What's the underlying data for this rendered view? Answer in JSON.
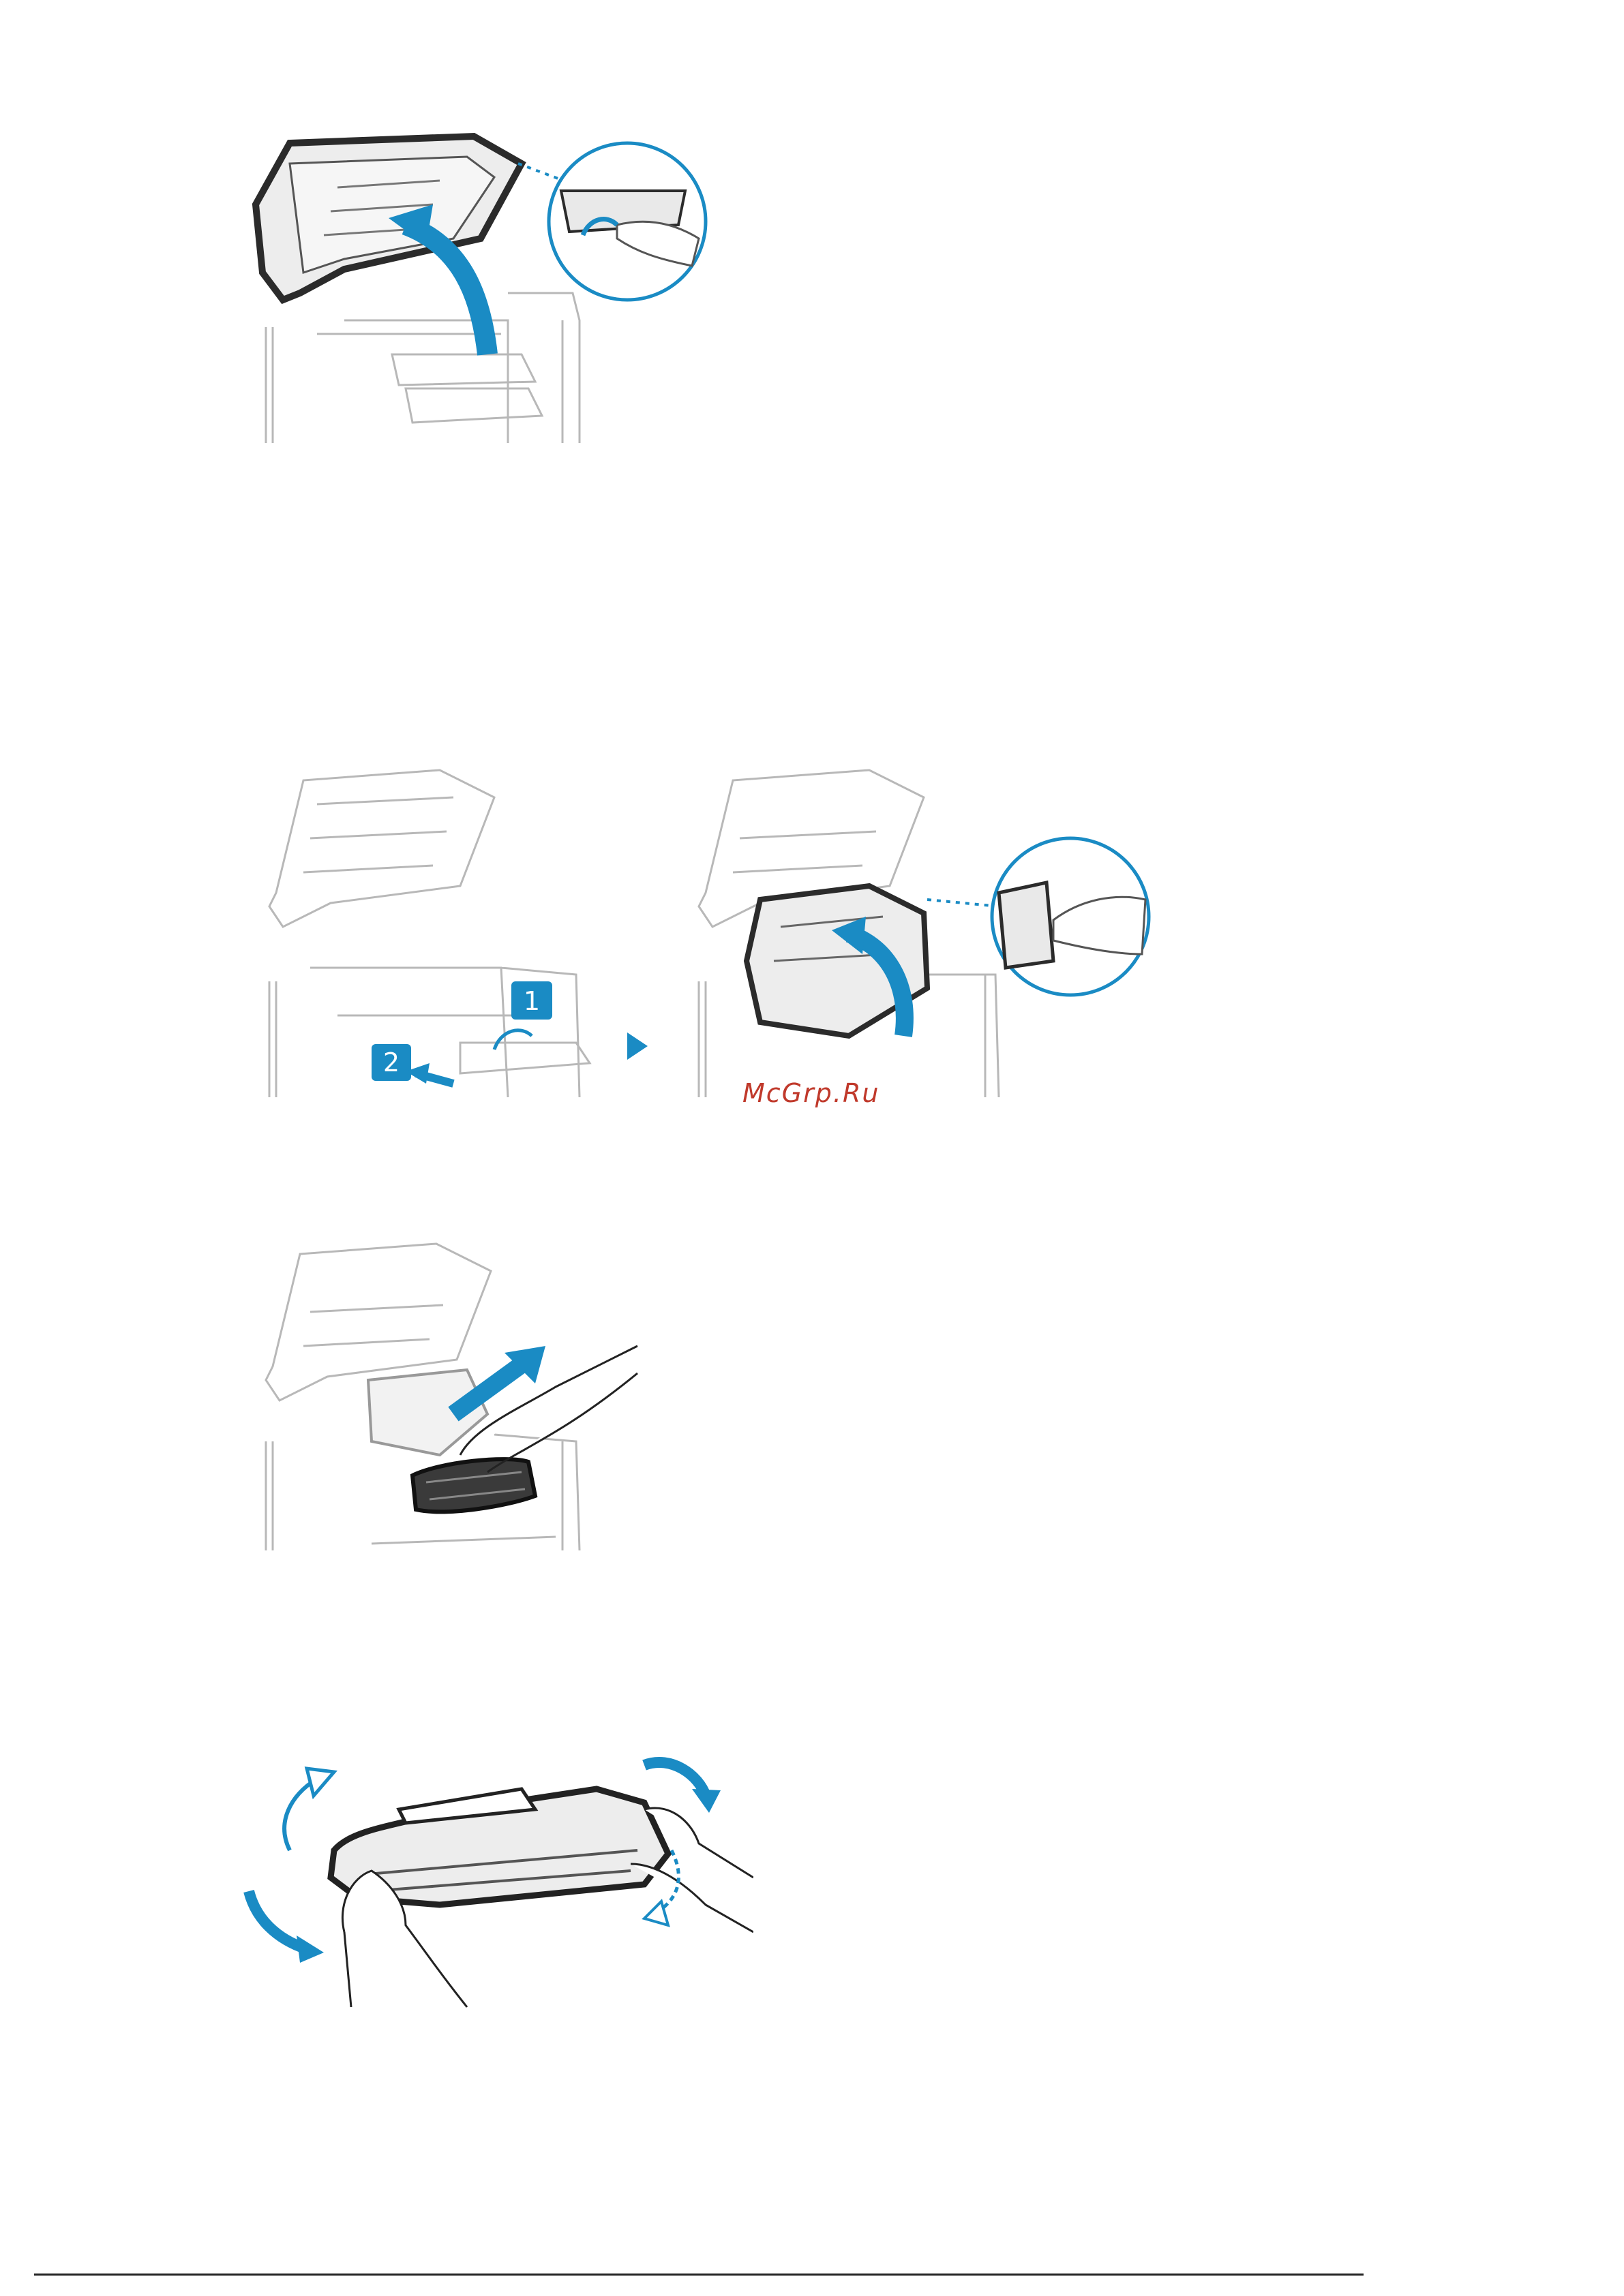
{
  "watermark": "McGrp.Ru",
  "figures": [
    {
      "name": "open-operation-panel-unit"
    },
    {
      "name": "open-toner-cover",
      "steps": [
        "1",
        "2"
      ]
    },
    {
      "name": "remove-toner-cartridge"
    },
    {
      "name": "shake-toner-cartridge"
    }
  ],
  "colors": {
    "accent": "#1a8bc4",
    "line": "#b8b8b8",
    "dark": "#2b2b2b",
    "watermark": "#c0392b"
  }
}
